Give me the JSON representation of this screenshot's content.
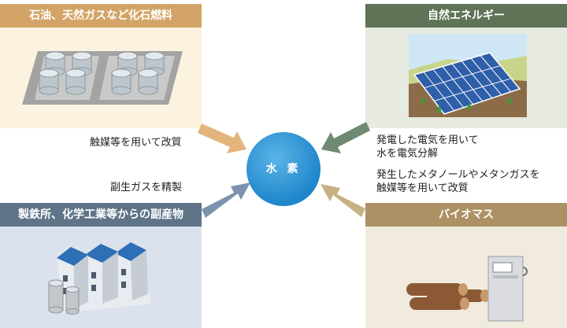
{
  "hydrogen": {
    "label": "水 素"
  },
  "panels": {
    "fossil": {
      "title": "石油、天然ガスなど化石燃料"
    },
    "natural": {
      "title": "自然エネルギー"
    },
    "byproduct": {
      "title": "製鉄所、化学工業等からの副産物"
    },
    "biomass": {
      "title": "バイオマス"
    }
  },
  "notes": {
    "fossil": "触媒等を用いて改質",
    "natural_line1": "発電した電気を用いて",
    "natural_line2": "水を電気分解",
    "byproduct": "副生ガスを精製",
    "biomass_line1": "発生したメタノールやメタンガスを",
    "biomass_line2": "触媒等を用いて改質"
  },
  "colors": {
    "fossil_arrow": "#e3b57c",
    "natural_arrow": "#6f8a70",
    "byproduct_arrow": "#7d93ad",
    "biomass_arrow": "#c6b184",
    "hydrogen": "#1f86cb"
  }
}
